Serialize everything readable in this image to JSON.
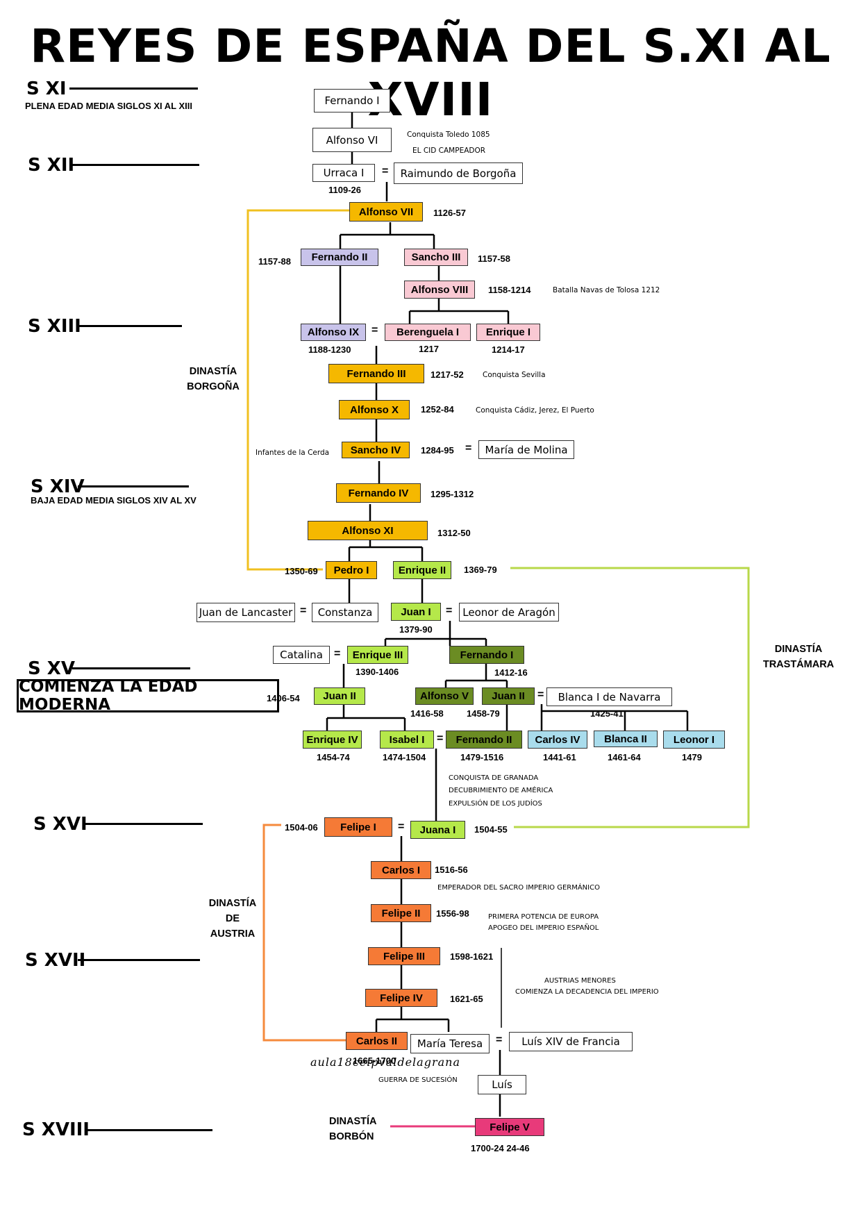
{
  "title": "REYES DE ESPAÑA DEL S.XI  AL XVIII",
  "colors": {
    "borgona": "#f5b800",
    "borgona_line": "#f0c020",
    "leon": "#c8c3ea",
    "castilla_pink": "#f9c9d3",
    "trastamara_light": "#b5e84a",
    "trastamara_dark": "#6b8c23",
    "navarra_blue": "#a9dcec",
    "austria": "#f57a36",
    "borbon": "#e83a7a"
  },
  "centuries": {
    "s11": "S XI",
    "s12": "S XII",
    "s13": "S XIII",
    "s14": "S XIV",
    "s15": "S XV",
    "s16": "S XVI",
    "s17": "S XVII",
    "s18": "S XVIII"
  },
  "eras": {
    "plena": "PLENA EDAD MEDIA SIGLOS XI AL XIII",
    "baja": "BAJA EDAD MEDIA SIGLOS XIV AL XV",
    "moderna": "COMIENZA LA EDAD MODERNA"
  },
  "dynasties": {
    "borgona": "DINASTÍA\nBORGOÑA",
    "trastamara": "DINASTÍA\nTRASTÁMARA",
    "austria": "DINASTÍA\nDE\nAUSTRIA",
    "borbon": "DINASTÍA\nBORBÓN"
  },
  "monarchs": {
    "fernando1": "Fernando I",
    "alfonso6": "Alfonso VI",
    "urraca1": "Urraca I",
    "raimundo": "Raimundo de Borgoña",
    "alfonso7": "Alfonso VII",
    "fernando2": "Fernando II",
    "sancho3": "Sancho III",
    "alfonso8": "Alfonso VIII",
    "alfonso9": "Alfonso IX",
    "berenguela1": "Berenguela I",
    "enrique1": "Enrique I",
    "fernando3": "Fernando III",
    "alfonso10": "Alfonso X",
    "sancho4": "Sancho IV",
    "maria_molina": "María de Molina",
    "fernando4": "Fernando IV",
    "alfonso11": "Alfonso XI",
    "pedro1": "Pedro I",
    "enrique2": "Enrique II",
    "juan_lancaster": "Juan de Lancaster",
    "constanza": "Constanza",
    "juan1": "Juan I",
    "leonor_aragon": "Leonor de Aragón",
    "catalina": "Catalina",
    "enrique3": "Enrique III",
    "fernando1_aragon": "Fernando I",
    "juan2": "Juan II",
    "alfonso5": "Alfonso V",
    "juan2_aragon": "Juan II",
    "blanca1_navarra": "Blanca I de Navarra",
    "enrique4": "Enrique IV",
    "isabel1": "Isabel I",
    "fernando2_aragon": "Fernando II",
    "carlos4": "Carlos IV",
    "blanca2": "Blanca II",
    "leonor1": "Leonor I",
    "felipe1": "Felipe I",
    "juana1": "Juana I",
    "carlos1": "Carlos I",
    "felipe2": "Felipe II",
    "felipe3": "Felipe III",
    "felipe4": "Felipe IV",
    "carlos2": "Carlos II",
    "maria_teresa": "María Teresa",
    "luis14": "Luís XIV de Francia",
    "luis": "Luís",
    "felipe5": "Felipe V"
  },
  "dates": {
    "urraca1": "1109-26",
    "alfonso7": "1126-57",
    "fernando2": "1157-88",
    "sancho3": "1157-58",
    "alfonso8": "1158-1214",
    "alfonso9": "1188-1230",
    "berenguela1": "1217",
    "enrique1": "1214-17",
    "fernando3": "1217-52",
    "alfonso10": "1252-84",
    "sancho4": "1284-95",
    "fernando4": "1295-1312",
    "alfonso11": "1312-50",
    "pedro1": "1350-69",
    "enrique2": "1369-79",
    "juan1": "1379-90",
    "enrique3": "1390-1406",
    "fernando1_aragon": "1412-16",
    "juan2": "1406-54",
    "alfonso5": "1416-58",
    "juan2_aragon": "1458-79",
    "blanca1_navarra": "1425-41",
    "enrique4": "1454-74",
    "isabel1": "1474-1504",
    "fernando2_aragon": "1479-1516",
    "carlos4": "1441-61",
    "blanca2": "1461-64",
    "leonor1": "1479",
    "felipe1": "1504-06",
    "juana1": "1504-55",
    "carlos1": "1516-56",
    "felipe2": "1556-98",
    "felipe3": "1598-1621",
    "felipe4": "1621-65",
    "carlos2": "1665-1700",
    "felipe5": "1700-24  24-46"
  },
  "notes": {
    "toledo": "Conquista Toledo 1085",
    "cid": "EL CID CAMPEADOR",
    "navas": "Batalla Navas de Tolosa 1212",
    "sevilla": "Conquista Sevilla",
    "cadiz": "Conquista Cádiz, Jerez, El Puerto",
    "cerda": "Infantes de la Cerda",
    "granada": "CONQUISTA DE GRANADA",
    "america": "DECUBRIMIENTO DE AMÉRICA",
    "judios": "EXPULSIÓN DE LOS JUDÍOS",
    "emperador": "EMPERADOR DEL SACRO IMPERIO GERMÁNICO",
    "potencia": "PRIMERA POTENCIA DE EUROPA",
    "apogeo": "APOGEO DEL IMPERIO ESPAÑOL",
    "austrias_menores": "AUSTRIAS MENORES",
    "decadencia": "COMIENZA LA DECADENCIA DEL IMPERIO",
    "sucesion": "GUERRA DE SUCESIÓN"
  },
  "equals": "=",
  "footer": "aula18ceipvaldelagrana"
}
